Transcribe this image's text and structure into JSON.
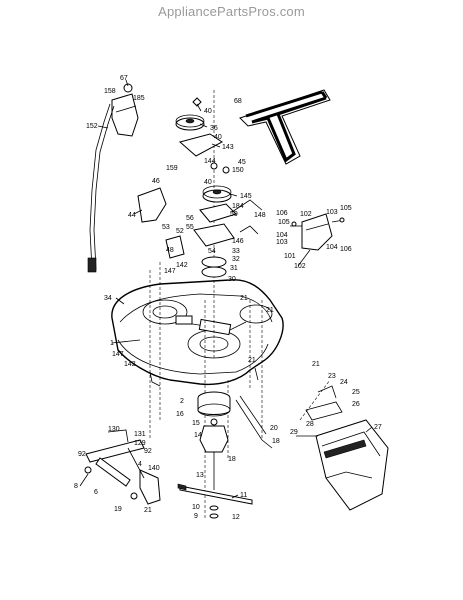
{
  "watermark": "AppliancePartsPros.com",
  "labels": [
    {
      "id": "p67",
      "text": "67"
    },
    {
      "id": "p158",
      "text": "158"
    },
    {
      "id": "p185",
      "text": "185"
    },
    {
      "id": "p152",
      "text": "152"
    },
    {
      "id": "p40a",
      "text": "40"
    },
    {
      "id": "p36",
      "text": "36"
    },
    {
      "id": "p40b",
      "text": "40"
    },
    {
      "id": "p143",
      "text": "143"
    },
    {
      "id": "p144",
      "text": "144"
    },
    {
      "id": "p68",
      "text": "68"
    },
    {
      "id": "p45",
      "text": "45"
    },
    {
      "id": "p150",
      "text": "150"
    },
    {
      "id": "p159",
      "text": "159"
    },
    {
      "id": "p40c",
      "text": "40"
    },
    {
      "id": "p46",
      "text": "46"
    },
    {
      "id": "p145",
      "text": "145"
    },
    {
      "id": "p184",
      "text": "184"
    },
    {
      "id": "p59",
      "text": "59"
    },
    {
      "id": "p44",
      "text": "44"
    },
    {
      "id": "p56",
      "text": "56"
    },
    {
      "id": "p148",
      "text": "148"
    },
    {
      "id": "p55",
      "text": "55"
    },
    {
      "id": "p53",
      "text": "53"
    },
    {
      "id": "p52",
      "text": "52"
    },
    {
      "id": "p146",
      "text": "146"
    },
    {
      "id": "p48",
      "text": "48"
    },
    {
      "id": "p33",
      "text": "33"
    },
    {
      "id": "p54",
      "text": "54"
    },
    {
      "id": "p32",
      "text": "32"
    },
    {
      "id": "p142a",
      "text": "142"
    },
    {
      "id": "p31",
      "text": "31"
    },
    {
      "id": "p147a",
      "text": "147"
    },
    {
      "id": "p30",
      "text": "30"
    },
    {
      "id": "p34",
      "text": "34"
    },
    {
      "id": "p21a",
      "text": "21"
    },
    {
      "id": "p21b",
      "text": "21"
    },
    {
      "id": "p1",
      "text": "1"
    },
    {
      "id": "p147b",
      "text": "147"
    },
    {
      "id": "p142b",
      "text": "142"
    },
    {
      "id": "p21c",
      "text": "21"
    },
    {
      "id": "p2",
      "text": "2"
    },
    {
      "id": "p16",
      "text": "16"
    },
    {
      "id": "p106a",
      "text": "106"
    },
    {
      "id": "p105a",
      "text": "105"
    },
    {
      "id": "p102a",
      "text": "102"
    },
    {
      "id": "p103a",
      "text": "103"
    },
    {
      "id": "p105b",
      "text": "105"
    },
    {
      "id": "p104a",
      "text": "104"
    },
    {
      "id": "p103b",
      "text": "103"
    },
    {
      "id": "p101",
      "text": "101"
    },
    {
      "id": "p104b",
      "text": "104"
    },
    {
      "id": "p106b",
      "text": "106"
    },
    {
      "id": "p102b",
      "text": "102"
    },
    {
      "id": "p21d",
      "text": "21"
    },
    {
      "id": "p23",
      "text": "23"
    },
    {
      "id": "p24",
      "text": "24"
    },
    {
      "id": "p25",
      "text": "25"
    },
    {
      "id": "p26",
      "text": "26"
    },
    {
      "id": "p28",
      "text": "28"
    },
    {
      "id": "p27",
      "text": "27"
    },
    {
      "id": "p29",
      "text": "29"
    },
    {
      "id": "p15",
      "text": "15"
    },
    {
      "id": "p20",
      "text": "20"
    },
    {
      "id": "p14",
      "text": "14"
    },
    {
      "id": "p18a",
      "text": "18"
    },
    {
      "id": "p18b",
      "text": "18"
    },
    {
      "id": "p130",
      "text": "130"
    },
    {
      "id": "p131",
      "text": "131"
    },
    {
      "id": "p129",
      "text": "129"
    },
    {
      "id": "p92a",
      "text": "92"
    },
    {
      "id": "p92b",
      "text": "92"
    },
    {
      "id": "p4",
      "text": "4"
    },
    {
      "id": "p140",
      "text": "140"
    },
    {
      "id": "p13",
      "text": "13"
    },
    {
      "id": "p8",
      "text": "8"
    },
    {
      "id": "p6",
      "text": "6"
    },
    {
      "id": "p11",
      "text": "11"
    },
    {
      "id": "p19",
      "text": "19"
    },
    {
      "id": "p21e",
      "text": "21"
    },
    {
      "id": "p10",
      "text": "10"
    },
    {
      "id": "p9",
      "text": "9"
    },
    {
      "id": "p12",
      "text": "12"
    }
  ]
}
